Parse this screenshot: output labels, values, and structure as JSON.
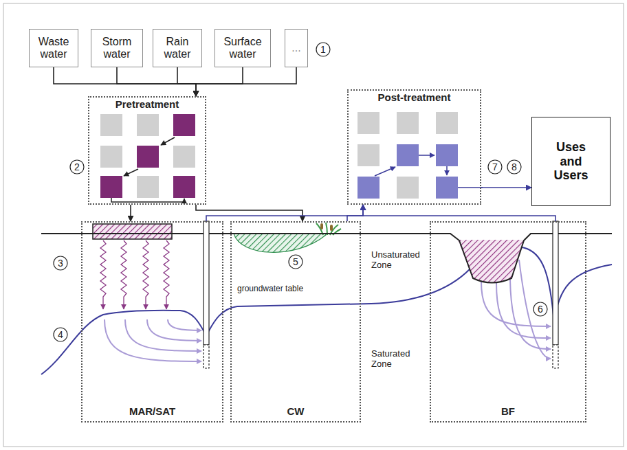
{
  "diagram": {
    "nodes": [
      {
        "text": [
          "Waste water"
        ]
      },
      {
        "text": [
          "Storm water"
        ]
      },
      {
        "text": [
          "Rain water"
        ]
      },
      {
        "text": [
          "Surface water"
        ]
      },
      {
        "text": [
          "..."
        ]
      },
      {
        "text": [
          "Pretreatment"
        ]
      },
      {
        "text": [
          "Post-treatment"
        ]
      },
      {
        "text": [
          "Uses and Users"
        ]
      },
      {
        "text": [
          "MAR/SAT"
        ]
      },
      {
        "text": [
          "CW"
        ]
      },
      {
        "text": [
          "BF"
        ]
      }
    ],
    "edges": [
      {
        "from": 0,
        "to": 5,
        "arrow": "to"
      },
      {
        "from": 1,
        "to": 5,
        "arrow": "to"
      },
      {
        "from": 2,
        "to": 5,
        "arrow": "to"
      },
      {
        "from": 3,
        "to": 5,
        "arrow": "to"
      },
      {
        "from": 4,
        "to": 5,
        "arrow": "to"
      },
      {
        "from": 5,
        "to": 8,
        "arrow": "to"
      },
      {
        "from": 5,
        "to": 9,
        "arrow": "to"
      },
      {
        "from": 8,
        "to": 6,
        "arrow": "to"
      },
      {
        "from": 9,
        "to": 6,
        "arrow": "to"
      },
      {
        "from": 10,
        "to": 6,
        "arrow": "to"
      },
      {
        "from": 6,
        "to": 7,
        "arrow": "to"
      }
    ],
    "labels": [
      "1",
      "2",
      "3",
      "4",
      "5",
      "6",
      "7",
      "8",
      "Unsaturated Zone",
      "Saturated Zone",
      "groundwater table"
    ]
  }
}
